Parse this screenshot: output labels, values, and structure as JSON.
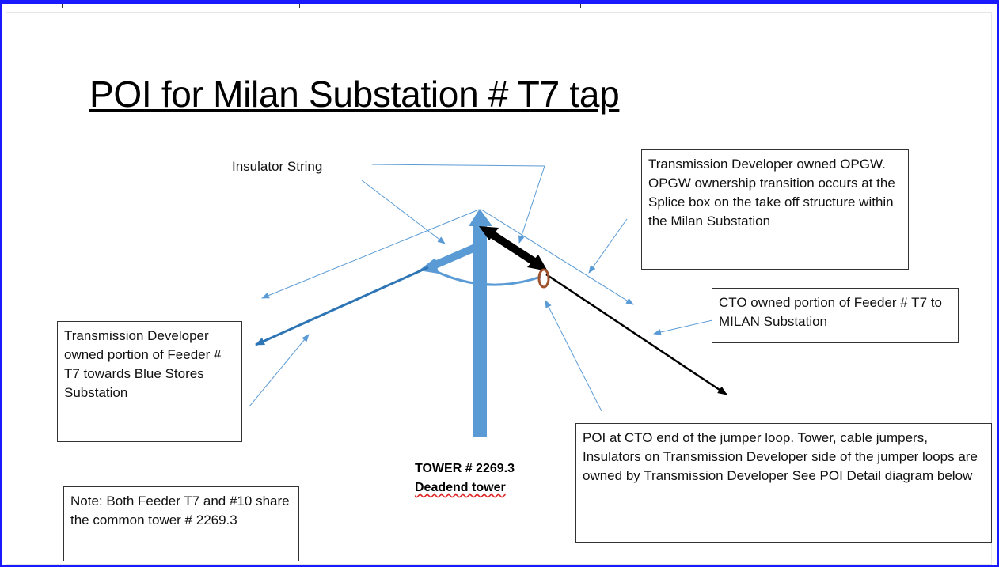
{
  "title": "POI for Milan Substation # T7  tap",
  "insulator_label": "Insulator String",
  "opgw_note": "Transmission Developer owned OPGW. OPGW ownership transition occurs at the Splice box on the take off structure within the Milan Substation",
  "cto_note": "CTO owned portion of Feeder # T7 to MILAN Substation",
  "td_note": "Transmission Developer owned portion of Feeder # T7 towards Blue Stores Substation",
  "poi_note": "POI at CTO end of the jumper loop. Tower, cable jumpers, Insulators on Transmission Developer side of the jumper loops are owned by Transmission Developer See POI Detail diagram below",
  "tower_line1": "TOWER # 2269.3",
  "tower_line2": "Deadend tower",
  "share_note": "Note: Both Feeder T7 and #10 share the common tower # 2269.3",
  "colors": {
    "frame": "#1a1aff",
    "tower": "#5b9bd5",
    "arm": "#2e75b6",
    "splice": "#a0522d"
  }
}
